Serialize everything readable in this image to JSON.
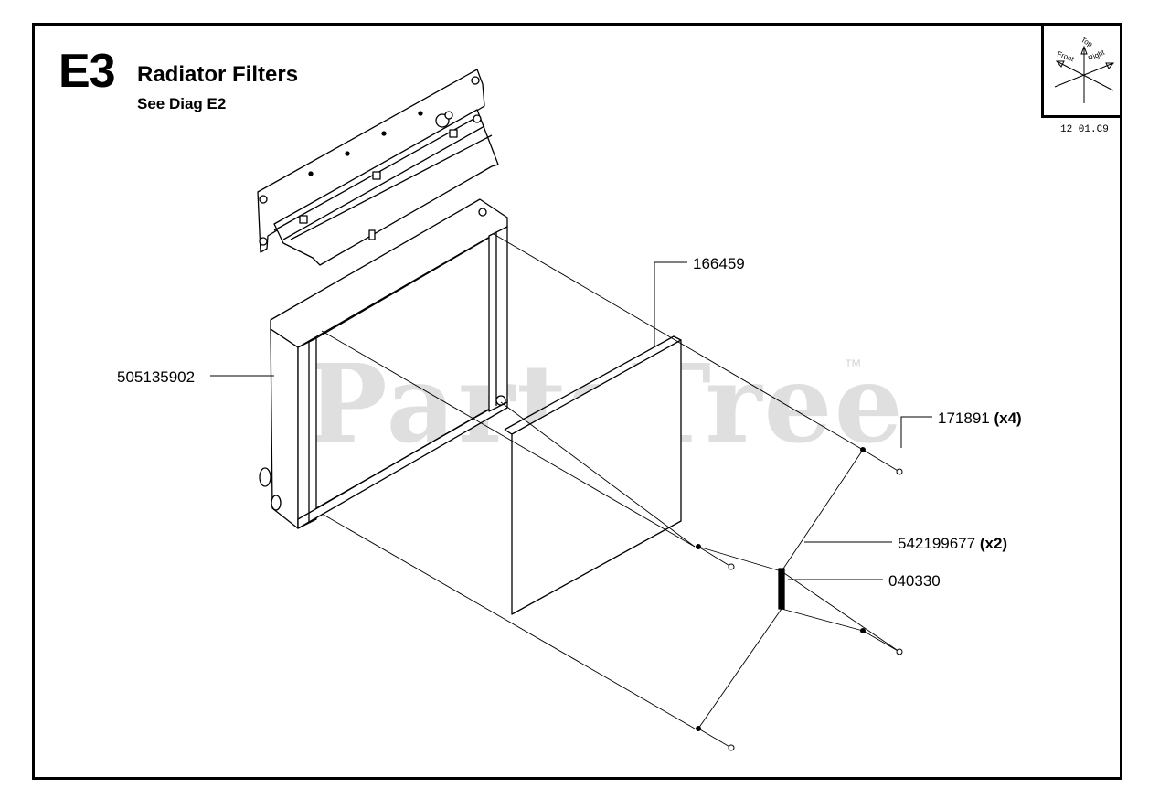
{
  "diagram": {
    "id": "E3",
    "title": "Radiator Filters",
    "subtitle": "See Diag E2",
    "revision": "12 01.C9",
    "orientation": {
      "top": "Top",
      "front": "Front",
      "right": "Right"
    },
    "watermark": "PartsTree",
    "trademark": "™"
  },
  "parts": [
    {
      "number": "166459",
      "qty": ""
    },
    {
      "number": "505135902",
      "qty": ""
    },
    {
      "number": "171891",
      "qty": "(x4)"
    },
    {
      "number": "542199677",
      "qty": "(x2)"
    },
    {
      "number": "040330",
      "qty": ""
    }
  ]
}
